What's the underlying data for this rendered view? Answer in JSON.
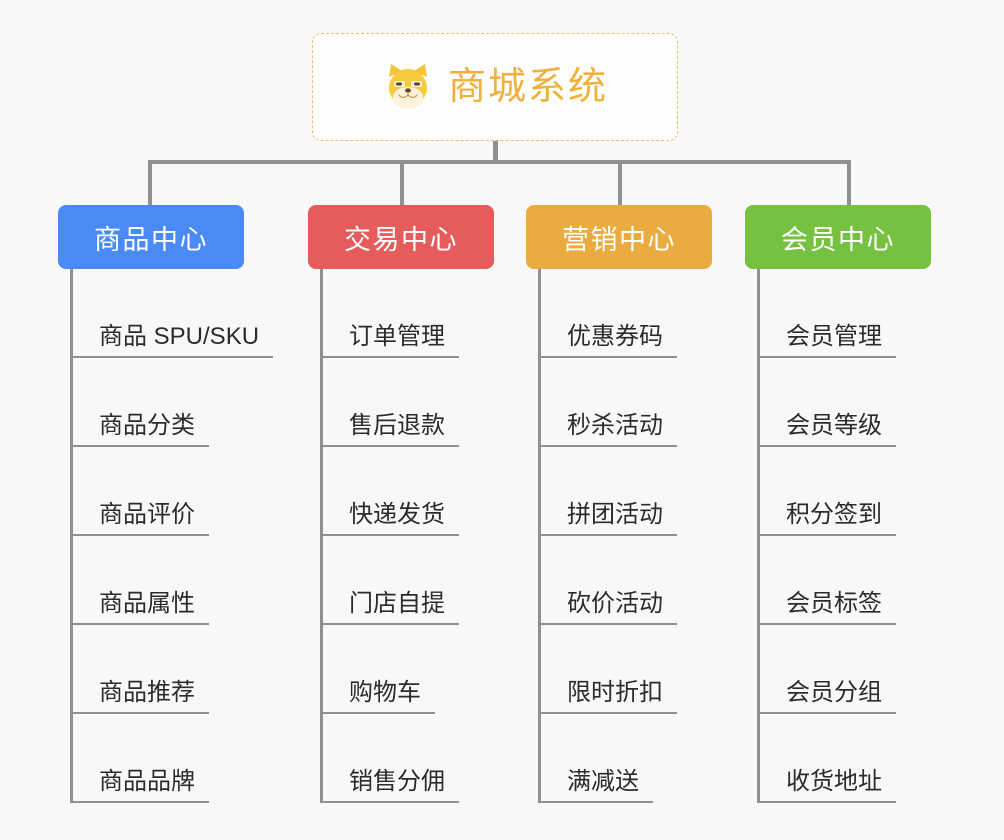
{
  "page": {
    "background_color": "#f8f8f8",
    "line_color": "#909090"
  },
  "root": {
    "title": "商城系统",
    "icon": "shiba-inu-face-icon",
    "text_color": "#eeb140",
    "border_color": "#e8bf72",
    "background_color": "#fdfdfc"
  },
  "branches": [
    {
      "id": "product-center",
      "label": "商品中心",
      "color": "#4a8af4",
      "items": [
        "商品 SPU/SKU",
        "商品分类",
        "商品评价",
        "商品属性",
        "商品推荐",
        "商品品牌"
      ]
    },
    {
      "id": "trade-center",
      "label": "交易中心",
      "color": "#e65c5c",
      "items": [
        "订单管理",
        "售后退款",
        "快递发货",
        "门店自提",
        "购物车",
        "销售分佣"
      ]
    },
    {
      "id": "marketing-center",
      "label": "营销中心",
      "color": "#eaac40",
      "items": [
        "优惠券码",
        "秒杀活动",
        "拼团活动",
        "砍价活动",
        "限时折扣",
        "满减送"
      ]
    },
    {
      "id": "member-center",
      "label": "会员中心",
      "color": "#76c140",
      "items": [
        "会员管理",
        "会员等级",
        "积分签到",
        "会员标签",
        "会员分组",
        "收货地址"
      ]
    }
  ]
}
